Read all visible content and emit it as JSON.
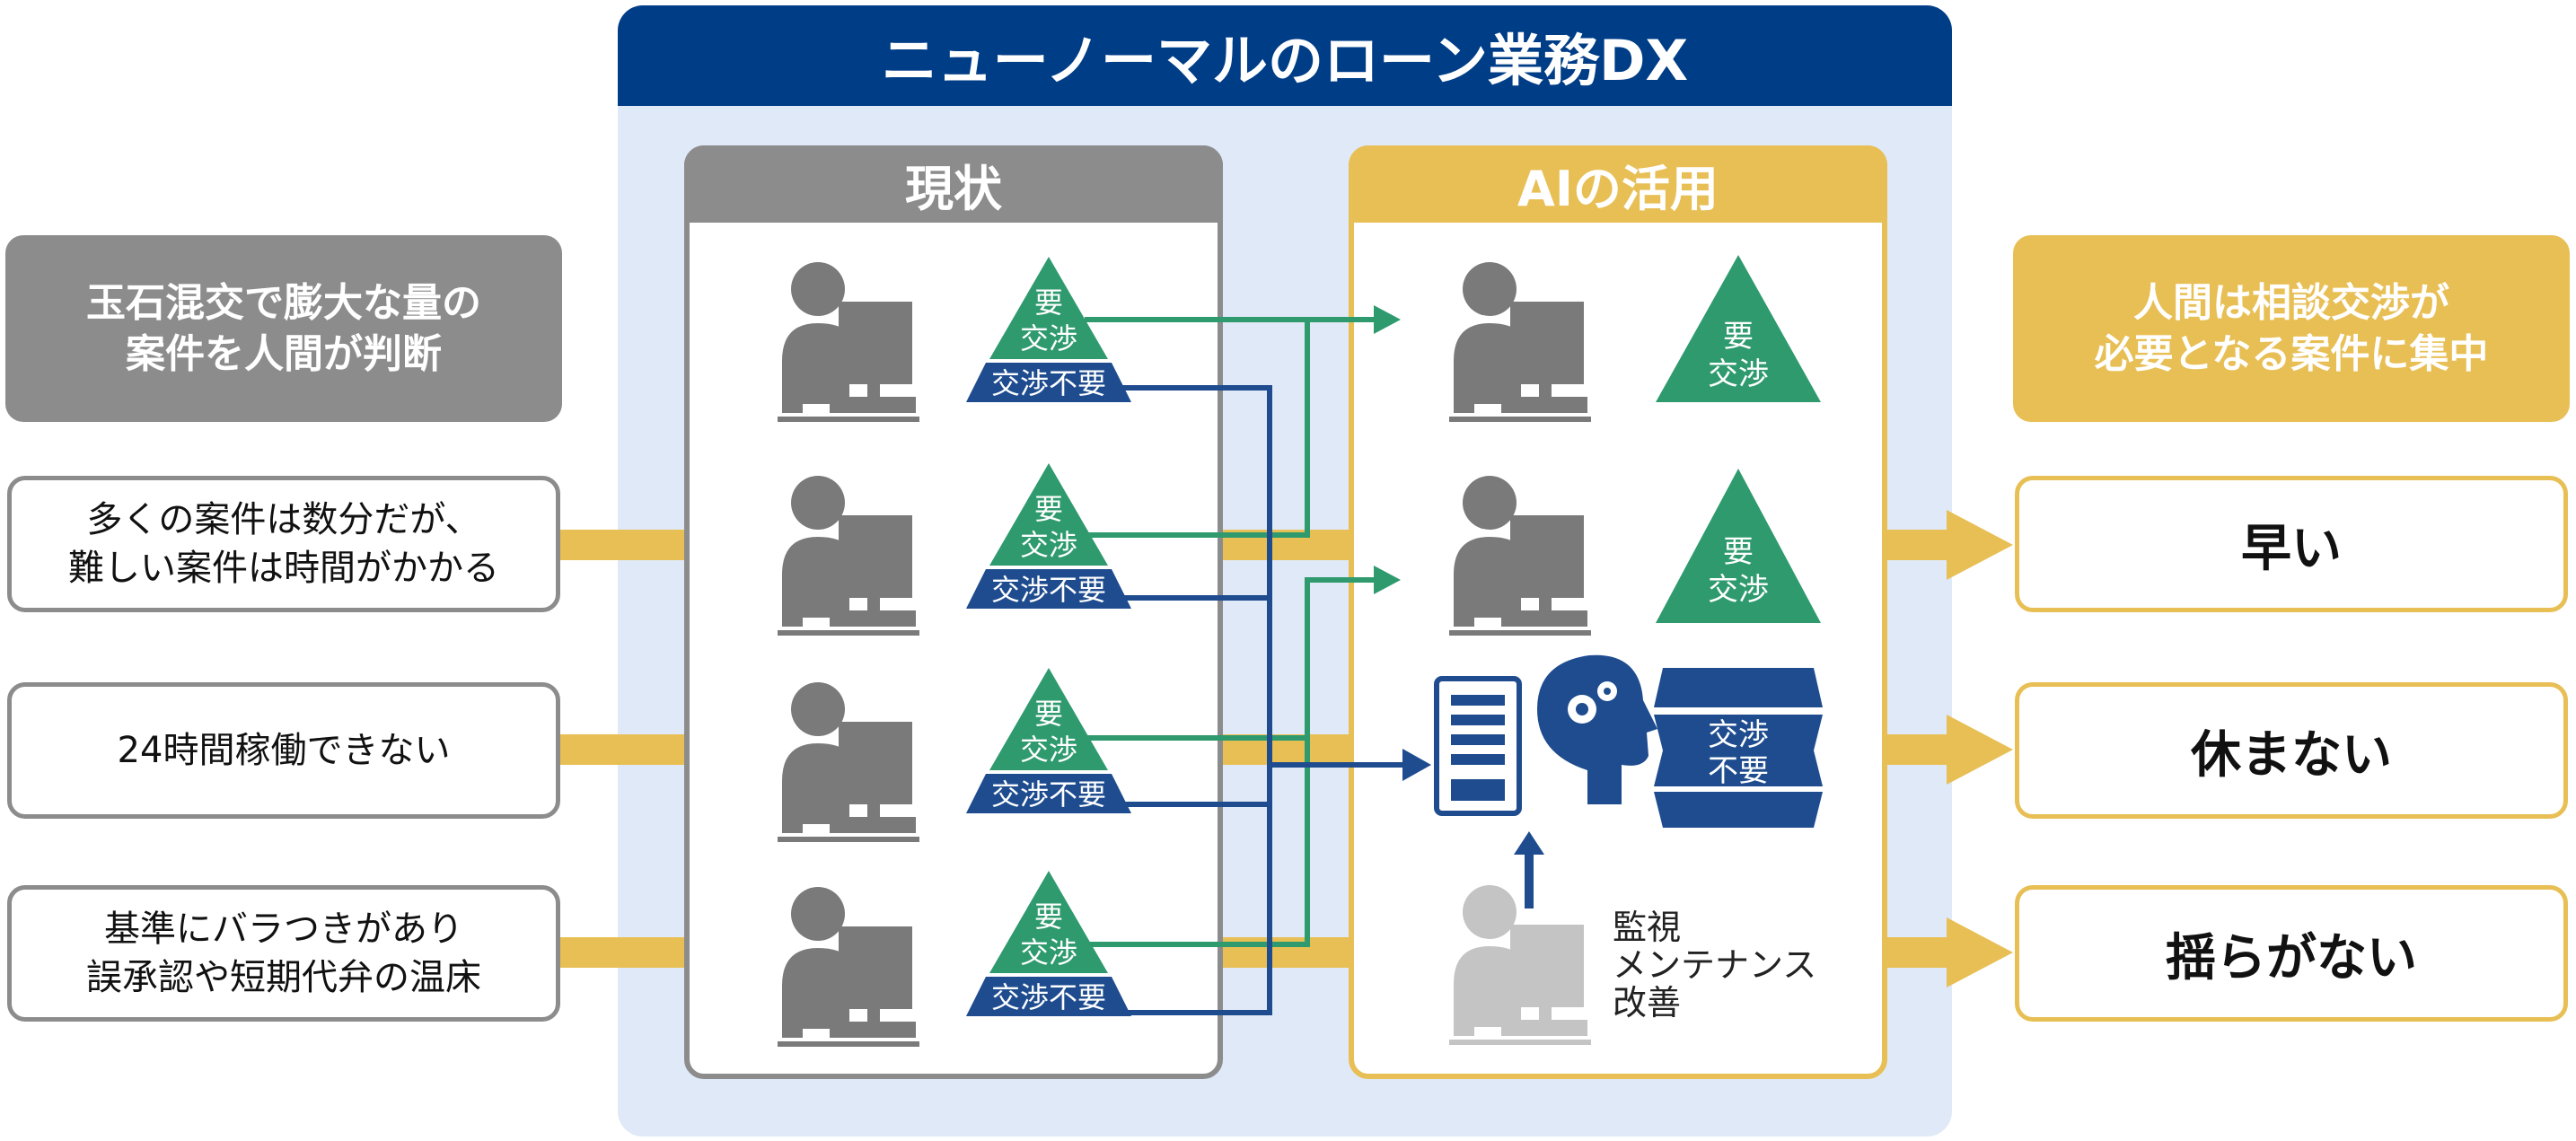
{
  "title": "ニューノーマルのローン業務DX",
  "current": {
    "header": "現状",
    "label_negotiate_1": "要",
    "label_negotiate_2": "交渉",
    "label_no_negotiate": "交渉不要"
  },
  "ai": {
    "header": "AIの活用",
    "label_negotiate_1": "要",
    "label_negotiate_2": "交渉",
    "label_no_negotiate_1": "交渉",
    "label_no_negotiate_2": "不要",
    "monitor_1": "監視",
    "monitor_2": "メンテナンス",
    "monitor_3": "改善"
  },
  "left": {
    "header_1": "玉石混交で膨大な量の",
    "header_2": "案件を人間が判断",
    "issues": [
      {
        "line1": "多くの案件は数分だが、",
        "line2": "難しい案件は時間がかかる"
      },
      {
        "line1": "24時間稼働できない",
        "line2": ""
      },
      {
        "line1": "基準にバラつきがあり",
        "line2": "誤承認や短期代弁の温床"
      }
    ]
  },
  "right": {
    "header_1": "人間は相談交渉が",
    "header_2": "必要となる案件に集中",
    "benefits": [
      "早い",
      "休まない",
      "揺らがない"
    ]
  },
  "colors": {
    "navy": "#003d87",
    "gray": "#8c8c8c",
    "gold": "#e8bf55",
    "green": "#2e9a6e",
    "blue": "#1e4c8f",
    "panel": "#e0e9f7"
  }
}
